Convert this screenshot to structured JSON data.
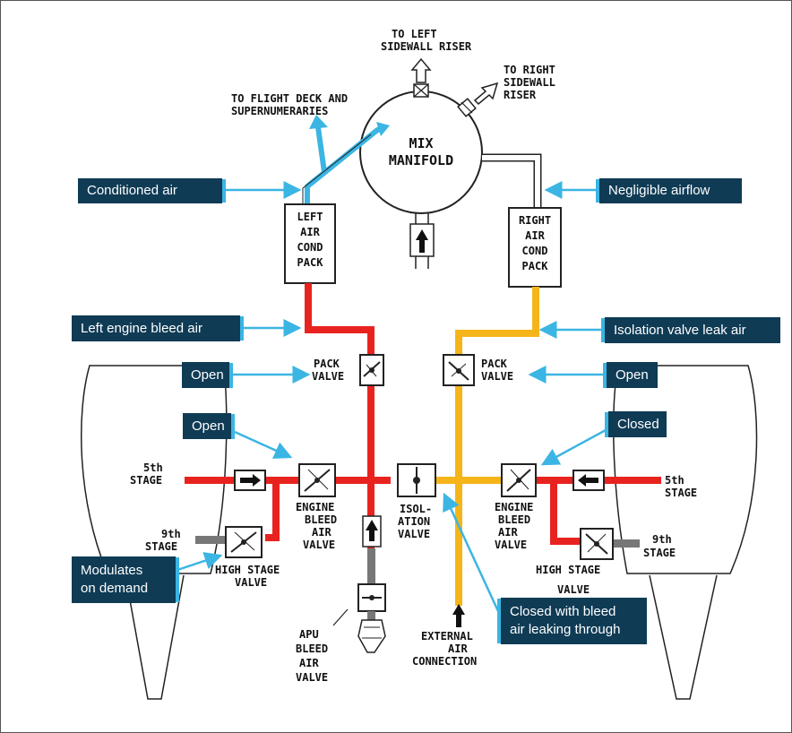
{
  "colors": {
    "bleed": "#e8231f",
    "leak": "#f5b519",
    "conditioned": "#3bb5e3",
    "callout_box": "#0f3b55",
    "callout_text": "#ffffff"
  },
  "labels": {
    "to_left_sidewall": [
      "TO LEFT",
      "SIDEWALL RISER"
    ],
    "to_right_sidewall": [
      "TO RIGHT",
      "SIDEWALL",
      "RISER"
    ],
    "to_flight_deck": [
      "TO FLIGHT DECK AND",
      "SUPERNUMERARIES"
    ],
    "mix_manifold": [
      "MIX",
      "MANIFOLD"
    ],
    "left_pack": [
      "LEFT",
      "AIR",
      "COND",
      "PACK"
    ],
    "right_pack": [
      "RIGHT",
      "AIR",
      "COND",
      "PACK"
    ],
    "pack_valve_left": [
      "PACK",
      "VALVE"
    ],
    "pack_valve_right": [
      "PACK",
      "VALVE"
    ],
    "fifth_stage_left": "5th",
    "stage_left": "STAGE",
    "fifth_stage_right": "5th",
    "stage_right": "STAGE",
    "ninth_stage_left": "9th",
    "stage9_left": "STAGE",
    "ninth_stage_right": "9th",
    "stage9_right": "STAGE",
    "engine_bleed_left": [
      "ENGINE",
      "BLEED",
      "AIR",
      "VALVE"
    ],
    "engine_bleed_right": [
      "ENGINE",
      "BLEED",
      "AIR",
      "VALVE"
    ],
    "isolation_valve": [
      "ISOL-",
      "ATION",
      "VALVE"
    ],
    "high_stage_left": [
      "HIGH STAGE",
      "VALVE"
    ],
    "high_stage_right": [
      "HIGH STAGE",
      "VALVE"
    ],
    "apu_bleed": [
      "APU",
      "BLEED",
      "AIR",
      "VALVE"
    ],
    "external_air": [
      "EXTERNAL",
      "AIR",
      "CONNECTION"
    ]
  },
  "callouts": {
    "conditioned_air": "Conditioned air",
    "negligible_airflow": "Negligible airflow",
    "left_engine_bleed": "Left engine bleed air",
    "isolation_leak_air": "Isolation valve leak air",
    "open_pack_left": "Open",
    "open_pack_right": "Open",
    "open_engine_left": "Open",
    "closed_engine_right": "Closed",
    "modulates": [
      "Modulates",
      "on demand"
    ],
    "closed_leaking": [
      "Closed with bleed",
      "air leaking through"
    ]
  }
}
